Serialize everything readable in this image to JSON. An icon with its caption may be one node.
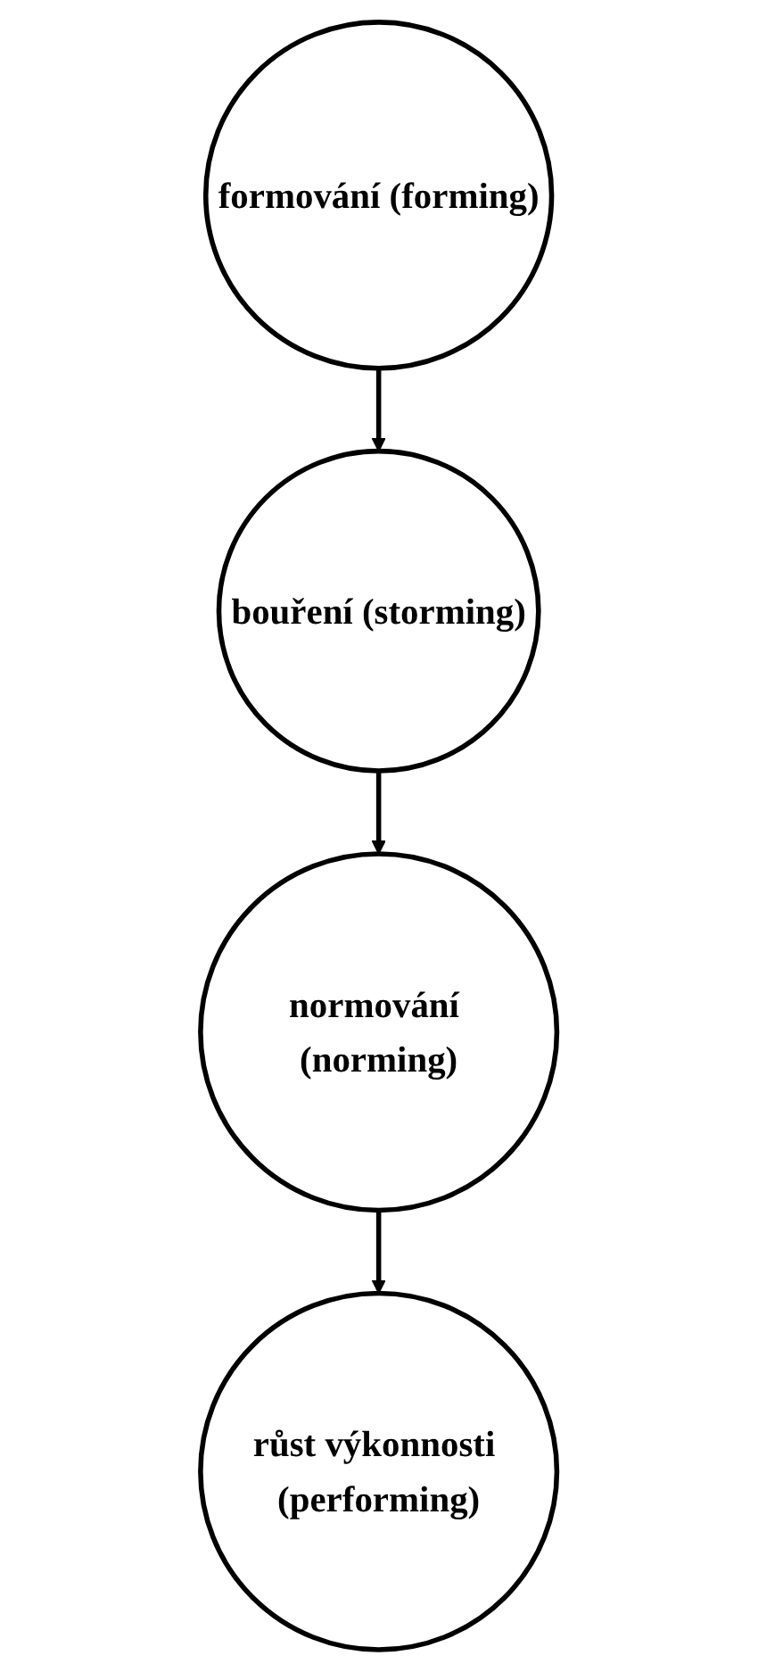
{
  "diagram": {
    "nodes": [
      {
        "text": [
          "formování (forming)"
        ]
      },
      {
        "text": [
          "bouření (storming)"
        ]
      },
      {
        "text": [
          "normování (norming)"
        ]
      },
      {
        "text": [
          "růst výkonnosti (performing)"
        ]
      }
    ],
    "edges": [
      {
        "from": 0,
        "to": 1,
        "arrow": "to"
      },
      {
        "from": 1,
        "to": 2,
        "arrow": "to"
      },
      {
        "from": 2,
        "to": 3,
        "arrow": "to"
      }
    ]
  }
}
